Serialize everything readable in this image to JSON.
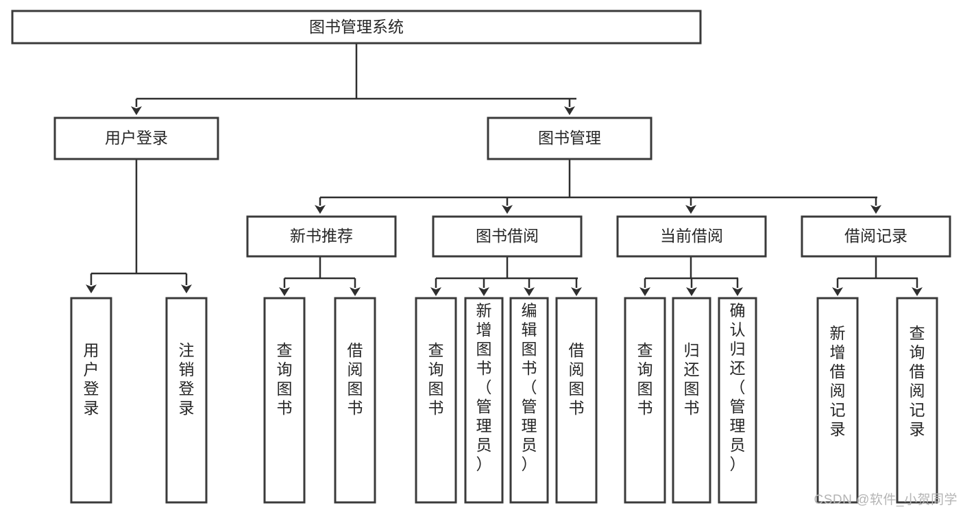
{
  "diagram": {
    "title": "图书管理系统",
    "type": "tree",
    "watermark": "CSDN @软件_小贺同学",
    "colors": {
      "box_stroke": "#3a3a3a",
      "box_fill": "#ffffff",
      "edge": "#2e2e2e",
      "text": "#262626",
      "background": "#ffffff",
      "watermark": "#b4b4b4"
    },
    "root": {
      "label": "图书管理系统"
    },
    "level2": [
      {
        "label": "用户登录"
      },
      {
        "label": "图书管理"
      }
    ],
    "level3": [
      {
        "label": "新书推荐"
      },
      {
        "label": "图书借阅"
      },
      {
        "label": "当前借阅"
      },
      {
        "label": "借阅记录"
      }
    ],
    "leaves": [
      {
        "label": "用户登录",
        "parent": "用户登录"
      },
      {
        "label": "注销登录",
        "parent": "用户登录"
      },
      {
        "label": "查询图书",
        "parent": "新书推荐"
      },
      {
        "label": "借阅图书",
        "parent": "新书推荐"
      },
      {
        "label": "查询图书",
        "parent": "图书借阅"
      },
      {
        "label": "新增图书（管理员）",
        "parent": "图书借阅"
      },
      {
        "label": "编辑图书（管理员）",
        "parent": "图书借阅"
      },
      {
        "label": "借阅图书",
        "parent": "图书借阅"
      },
      {
        "label": "查询图书",
        "parent": "当前借阅"
      },
      {
        "label": "归还图书",
        "parent": "当前借阅"
      },
      {
        "label": "确认归还（管理员）",
        "parent": "当前借阅"
      },
      {
        "label": "新增借阅记录",
        "parent": "借阅记录"
      },
      {
        "label": "查询借阅记录",
        "parent": "借阅记录"
      }
    ]
  }
}
